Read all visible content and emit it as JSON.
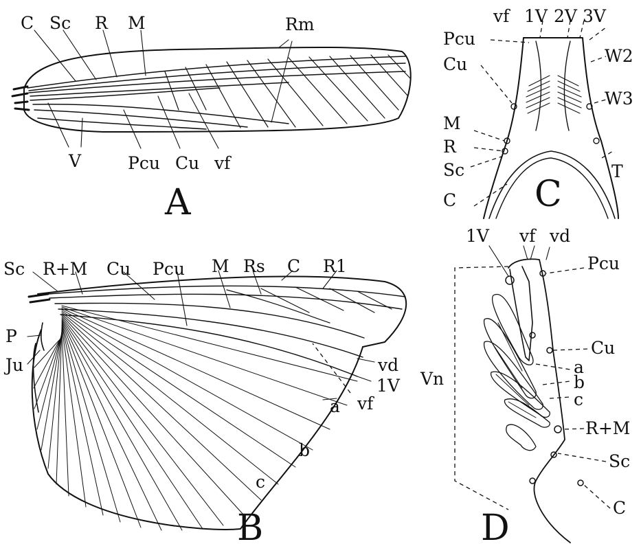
{
  "panels": {
    "A": {
      "letter": "A",
      "labels": [
        "C",
        "Sc",
        "R",
        "M",
        "Rm",
        "V",
        "Pcu",
        "Cu",
        "vf"
      ]
    },
    "B": {
      "letter": "B",
      "labels": [
        "Sc",
        "R+M",
        "Cu",
        "Pcu",
        "M",
        "Rs",
        "C",
        "R1",
        "P",
        "Ju",
        "vd",
        "1V",
        "a",
        "vf",
        "b",
        "c"
      ]
    },
    "C": {
      "letter": "C",
      "labels": [
        "vf",
        "1V",
        "2V",
        "3V",
        "Pcu",
        "Cu",
        "W2",
        "W3",
        "M",
        "R",
        "Sc",
        "C",
        "T"
      ]
    },
    "D": {
      "letter": "D",
      "labels": [
        "1V",
        "vf",
        "vd",
        "Pcu",
        "Cu",
        "a",
        "b",
        "c",
        "R+M",
        "Sc",
        "C",
        "Vn"
      ]
    }
  }
}
